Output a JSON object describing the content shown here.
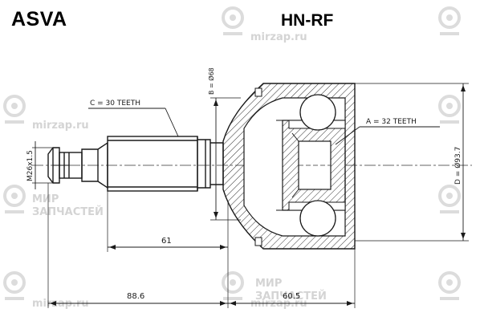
{
  "header": {
    "brand": "ASVA",
    "part_code": "HN-RF"
  },
  "dimensions": {
    "spline_inner": "C = 30 TEETH",
    "spline_outer": "A = 32 TEETH",
    "thread": "M26x1.5",
    "abs_ring": "B = Ø68",
    "outer_diameter": "D = Ø93.7",
    "shaft_length": "61",
    "total_left": "88.6",
    "total_right": "60.5"
  },
  "watermark": {
    "site": "mirzap.ru",
    "line1": "МИР",
    "line2": "ЗАПЧАСТЕЙ"
  },
  "colors": {
    "ink": "#1a1a1a",
    "watermark": "#d9d9d9"
  }
}
